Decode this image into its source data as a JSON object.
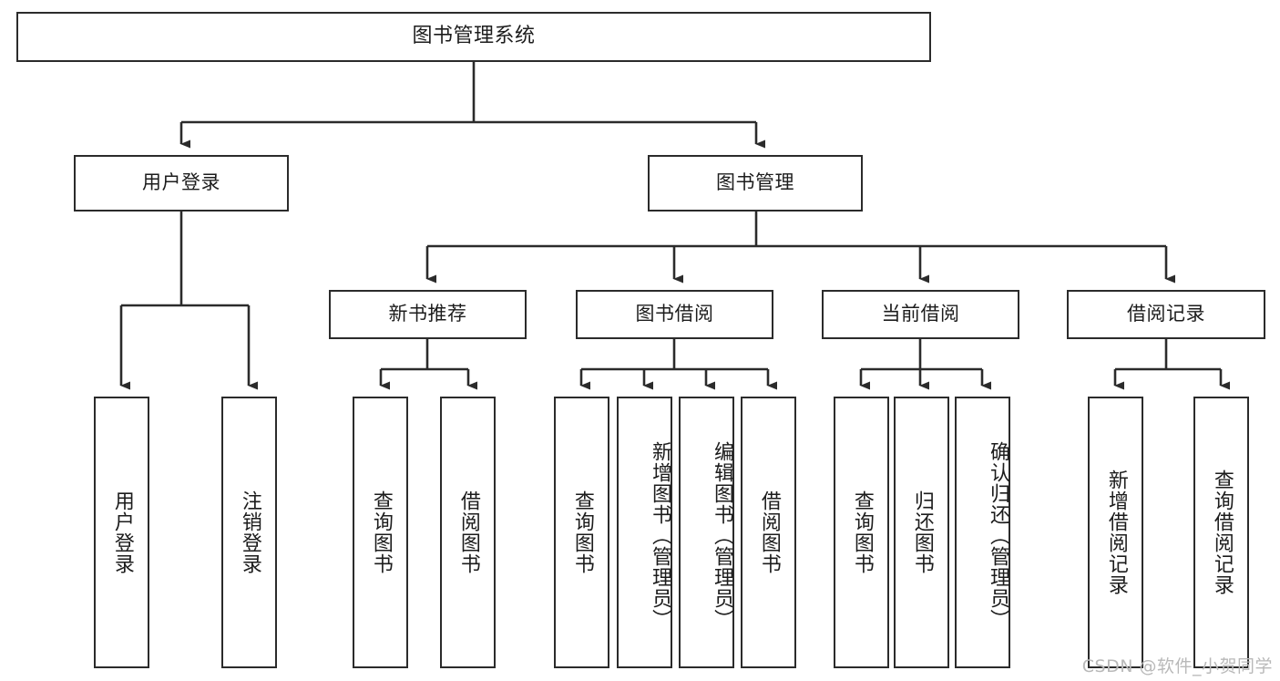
{
  "diagram": {
    "title": "图书管理系统",
    "type": "tree-hierarchy-diagram",
    "colors": {
      "box_border": "#2b2b2b",
      "box_fill": "#ffffff",
      "edge": "#2b2b2b",
      "text": "#1c1c1c",
      "watermark": "#b9b9b9",
      "background": "#ffffff"
    },
    "root": {
      "label": "图书管理系统"
    },
    "level2": [
      {
        "label": "用户登录"
      },
      {
        "label": "图书管理"
      }
    ],
    "level3": [
      {
        "label": "新书推荐"
      },
      {
        "label": "图书借阅"
      },
      {
        "label": "当前借阅"
      },
      {
        "label": "借阅记录"
      }
    ],
    "leaves": {
      "user_login": [
        {
          "label": "用户登录"
        },
        {
          "label": "注销登录"
        }
      ],
      "new_book_recommend": [
        {
          "label": "查询图书"
        },
        {
          "label": "借阅图书"
        }
      ],
      "book_borrow": [
        {
          "label": "查询图书"
        },
        {
          "label": "新增图书（管理员）"
        },
        {
          "label": "编辑图书（管理员）"
        },
        {
          "label": "借阅图书"
        }
      ],
      "current_borrow": [
        {
          "label": "查询图书"
        },
        {
          "label": "归还图书"
        },
        {
          "label": "确认归还（管理员）"
        }
      ],
      "borrow_record": [
        {
          "label": "新增借阅记录"
        },
        {
          "label": "查询借阅记录"
        }
      ]
    }
  },
  "watermark": {
    "text": "CSDN @软件_小贺同学"
  }
}
